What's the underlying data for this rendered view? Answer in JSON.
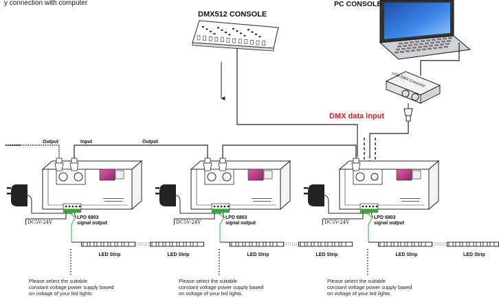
{
  "intro_text": "y connection with computer",
  "dmx_console_label": "DMX512 CONSOLE",
  "pc_console_label": "PC CONSOLE",
  "converter_label": "USB-DMX Converter",
  "dmx_data_input_label": "DMX data input",
  "port_labels": {
    "output": "Output",
    "input": "Input",
    "output2": "Output"
  },
  "units": [
    {
      "power_label": "DC5V-24V",
      "signal_label_1": "LPD 6803",
      "signal_label_2": "signal output",
      "note": [
        "Please select the suitable",
        "constant voltage power supply based",
        "on voltage of your led lights."
      ]
    },
    {
      "power_label": "DC5V-24V",
      "signal_label_1": "LPD 6803",
      "signal_label_2": "signal output",
      "note": [
        "Please select the suitable",
        "constant voltage power supply based",
        "on voltage of your led lights."
      ]
    },
    {
      "power_label": "DC5V-24V",
      "signal_label_1": "LPD 6803",
      "signal_label_2": "signal output",
      "note": [
        "Please select the suitable",
        "constant voltage power supply based",
        "on voltage of your led lights."
      ]
    }
  ],
  "strip_label": "LED Strip",
  "colors": {
    "signal_red": "#d0202a",
    "line": "#222222",
    "screen_blue": "#2a6fd6",
    "device_pink": "#c03a8a"
  },
  "icons": [
    "power-adapter-icon",
    "xlr-connector-icon",
    "laptop-icon",
    "dmx-console-icon",
    "usb-dmx-converter-icon"
  ]
}
